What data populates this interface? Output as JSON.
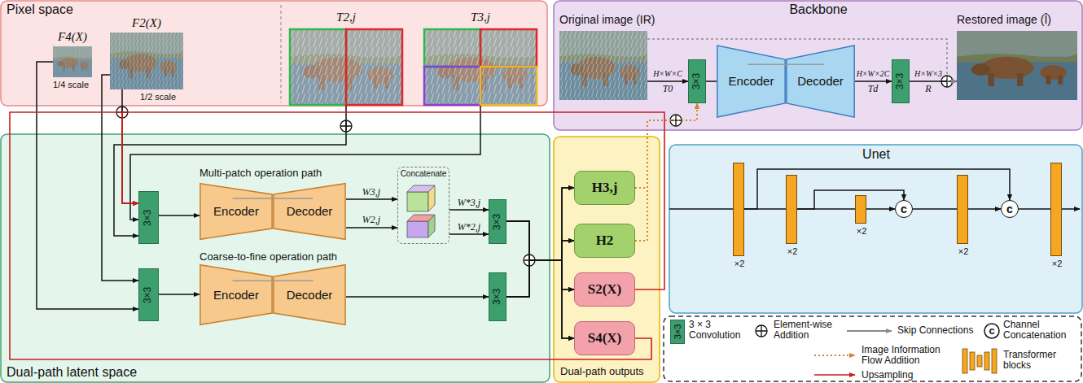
{
  "diagram": {
    "nodes": [
      {
        "text": [
          "Pixel space"
        ]
      },
      {
        "text": [
          "F4(X)",
          "1/4 scale"
        ],
        "in": 0
      },
      {
        "text": [
          "F2(X)",
          "1/2 scale"
        ],
        "in": 0
      },
      {
        "text": [
          "T2,j"
        ],
        "in": 0
      },
      {
        "text": [
          "T3,j"
        ],
        "in": 0
      },
      {
        "text": [
          "Backbone"
        ]
      },
      {
        "text": [
          "Original image (IR)"
        ],
        "in": 5
      },
      {
        "text": [
          "3×3"
        ],
        "in": 5
      },
      {
        "text": [
          "Encoder"
        ],
        "in": 5
      },
      {
        "text": [
          "Decoder"
        ],
        "in": 5
      },
      {
        "text": [
          "3×3"
        ],
        "in": 5
      },
      {
        "text": [
          "Restored image (Î)"
        ],
        "in": 5
      },
      {
        "text": [
          "Dual-path latent space"
        ]
      },
      {
        "text": [
          "3×3"
        ],
        "in": 12
      },
      {
        "text": [
          "Encoder"
        ],
        "in": 12
      },
      {
        "text": [
          "Decoder"
        ],
        "in": 12
      },
      {
        "text": [
          "Concatenate"
        ],
        "in": 12
      },
      {
        "text": [
          "3×3"
        ],
        "in": 12
      },
      {
        "text": [
          "3×3"
        ],
        "in": 12
      },
      {
        "text": [
          "Encoder"
        ],
        "in": 12
      },
      {
        "text": [
          "Decoder"
        ],
        "in": 12
      },
      {
        "text": [
          "3×3"
        ],
        "in": 12
      },
      {
        "text": [
          "Dual-path outputs"
        ]
      },
      {
        "text": [
          "H3,j"
        ],
        "in": 22
      },
      {
        "text": [
          "H2"
        ],
        "in": 22
      },
      {
        "text": [
          "S2(X)"
        ],
        "in": 22
      },
      {
        "text": [
          "S4(X)"
        ],
        "in": 22
      },
      {
        "text": [
          "Unet"
        ]
      },
      {
        "text": [
          "×2"
        ],
        "in": 27
      },
      {
        "text": [
          "×2"
        ],
        "in": 27
      },
      {
        "text": [
          "×2"
        ],
        "in": 27
      },
      {
        "text": [
          "c"
        ],
        "in": 27
      },
      {
        "text": [
          "×2"
        ],
        "in": 27
      },
      {
        "text": [
          "c"
        ],
        "in": 27
      },
      {
        "text": [
          "×2"
        ],
        "in": 27
      }
    ],
    "edges": [
      {
        "from": 2,
        "to": 13,
        "arrow": "to"
      },
      {
        "from": 3,
        "to": 13,
        "arrow": "to"
      },
      {
        "from": 4,
        "to": 13,
        "arrow": "to"
      },
      {
        "from": 1,
        "to": 18,
        "arrow": "to"
      },
      {
        "from": 2,
        "to": 18,
        "arrow": "to"
      },
      {
        "from": 6,
        "to": 7,
        "label": "T0",
        "arrow": "to"
      },
      {
        "from": 7,
        "to": 8,
        "arrow": "none"
      },
      {
        "from": 9,
        "to": 10,
        "label": "Td",
        "arrow": "to"
      },
      {
        "from": 10,
        "to": 11,
        "label": "R",
        "arrow": "to"
      },
      {
        "from": 6,
        "to": 11,
        "arrow": "to"
      },
      {
        "from": 13,
        "to": 14,
        "arrow": "to"
      },
      {
        "from": 15,
        "to": 16,
        "label": "W3,j",
        "arrow": "to"
      },
      {
        "from": 15,
        "to": 16,
        "label": "W2,j",
        "arrow": "to"
      },
      {
        "from": 16,
        "to": 17,
        "label": "W*3,j",
        "arrow": "to"
      },
      {
        "from": 16,
        "to": 17,
        "label": "W*2,j",
        "arrow": "to"
      },
      {
        "from": 18,
        "to": 19,
        "arrow": "to"
      },
      {
        "from": 20,
        "to": 21,
        "arrow": "to"
      },
      {
        "from": 17,
        "to": 23,
        "arrow": "to"
      },
      {
        "from": 17,
        "to": 24,
        "arrow": "to"
      },
      {
        "from": 17,
        "to": 25,
        "arrow": "to"
      },
      {
        "from": 17,
        "to": 26,
        "arrow": "to"
      },
      {
        "from": 21,
        "to": 23,
        "arrow": "to"
      },
      {
        "from": 21,
        "to": 24,
        "arrow": "to"
      },
      {
        "from": 21,
        "to": 25,
        "arrow": "to"
      },
      {
        "from": 21,
        "to": 26,
        "arrow": "to"
      },
      {
        "from": 23,
        "to": 7,
        "arrow": "to"
      },
      {
        "from": 24,
        "to": 7,
        "arrow": "to"
      },
      {
        "from": 25,
        "to": 13,
        "arrow": "to"
      },
      {
        "from": 26,
        "to": 13,
        "arrow": "to"
      },
      {
        "from": 28,
        "to": 29,
        "arrow": "none"
      },
      {
        "from": 29,
        "to": 30,
        "arrow": "none"
      },
      {
        "from": 30,
        "to": 31,
        "arrow": "to"
      },
      {
        "from": 31,
        "to": 32,
        "arrow": "none"
      },
      {
        "from": 32,
        "to": 33,
        "arrow": "to"
      },
      {
        "from": 33,
        "to": 34,
        "arrow": "none"
      },
      {
        "from": 28,
        "to": 33,
        "arrow": "to"
      },
      {
        "from": 29,
        "to": 31,
        "arrow": "to"
      }
    ],
    "labels": [
      "Multi-patch operation path",
      "Coarse-to-fine operation path",
      "H×W×C",
      "H×W×2C",
      "H×W×3",
      "3×3",
      "c"
    ],
    "legend": [
      {
        "text": "3 × 3 Convolution",
        "color": "#3d9e6e"
      },
      {
        "text": "Element-wise Addition"
      },
      {
        "text": "Skip Connections"
      },
      {
        "text": "Channel Concatenation"
      },
      {
        "text": "Image Information Flow Addition"
      },
      {
        "text": "Upsampling"
      },
      {
        "text": "Transformer blocks"
      }
    ]
  }
}
